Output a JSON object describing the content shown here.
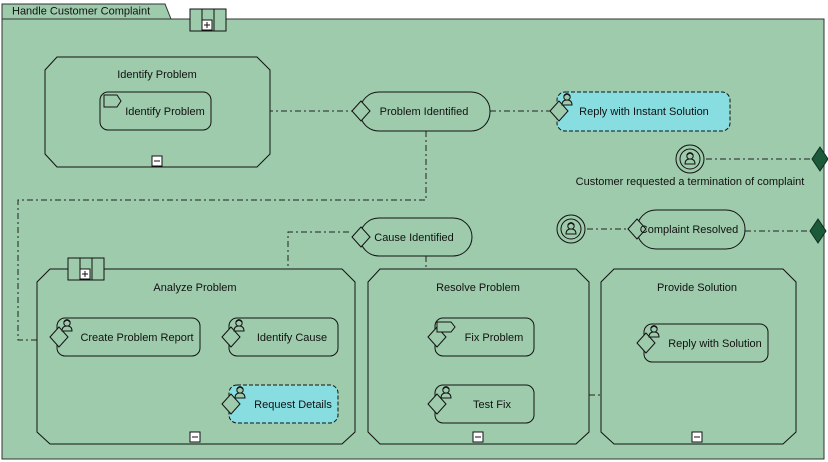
{
  "diagram": {
    "title": "Handle Customer Complaint",
    "colors": {
      "pool_fill": "#9ecbac",
      "node_fill": "#9ecbac",
      "highlight_fill": "#88dde0",
      "stroke": "#1a1a1a"
    },
    "groups": {
      "identify": "Identify Problem",
      "analyze": "Analyze Problem",
      "resolve": "Resolve Problem",
      "provide": "Provide Solution"
    },
    "tasks": {
      "identify_problem": "Identify Problem",
      "problem_identified": "Problem Identified",
      "reply_instant": "Reply with Instant Solution",
      "cause_identified": "Cause Identified",
      "complaint_resolved": "Complaint Resolved",
      "create_report": "Create Problem Report",
      "identify_cause": "Identify Cause",
      "request_details": "Request Details",
      "fix_problem": "Fix Problem",
      "test_fix": "Test Fix",
      "reply_solution": "Reply with Solution"
    },
    "labels": {
      "termination": "Customer requested a termination of complaint"
    },
    "icons": {
      "collapse": "minus-box-icon",
      "expand": "plus-box-icon",
      "person": "person-icon",
      "flag": "flag-icon",
      "diamond": "diamond-connector-icon",
      "end_event": "end-event-icon"
    }
  }
}
